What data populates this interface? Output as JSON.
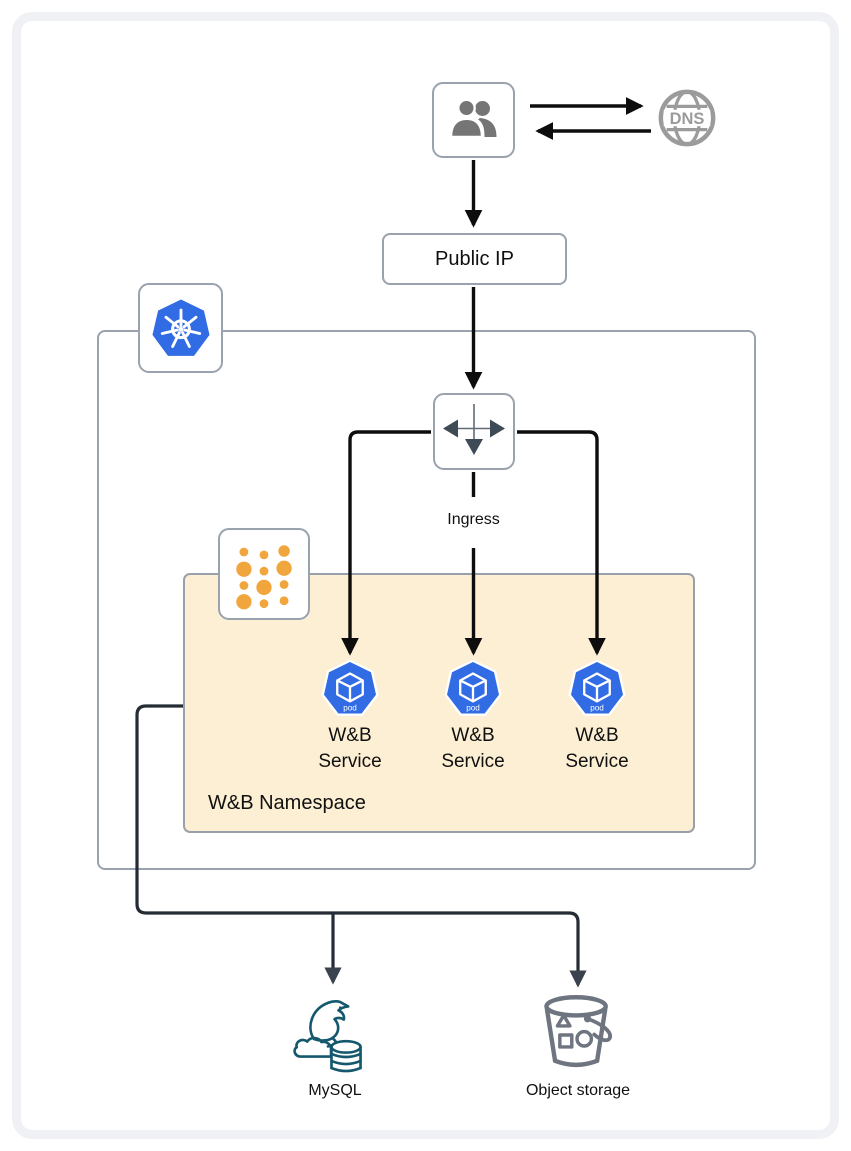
{
  "diagram": {
    "users": {
      "icon": "users-icon"
    },
    "dns": {
      "label": "DNS"
    },
    "public_ip": {
      "label": "Public IP"
    },
    "kubernetes_cluster": {
      "icon": "kubernetes-logo"
    },
    "ingress": {
      "label": "Ingress"
    },
    "namespace": {
      "label": "W&B Namespace",
      "icon": "namespace-dots-icon"
    },
    "pods": [
      {
        "badge": "pod",
        "line1": "W&B",
        "line2": "Service"
      },
      {
        "badge": "pod",
        "line1": "W&B",
        "line2": "Service"
      },
      {
        "badge": "pod",
        "line1": "W&B",
        "line2": "Service"
      }
    ],
    "mysql": {
      "label": "MySQL"
    },
    "object_storage": {
      "label": "Object storage"
    },
    "edges": [
      {
        "from": "users",
        "to": "dns"
      },
      {
        "from": "dns",
        "to": "users"
      },
      {
        "from": "users",
        "to": "public_ip"
      },
      {
        "from": "public_ip",
        "to": "ingress"
      },
      {
        "from": "ingress",
        "to": "pod_1"
      },
      {
        "from": "ingress",
        "to": "pod_2"
      },
      {
        "from": "ingress",
        "to": "pod_3"
      },
      {
        "from": "namespace",
        "to": "mysql"
      },
      {
        "from": "namespace",
        "to": "object_storage"
      }
    ],
    "colors": {
      "kubernetes_blue": "#326ce5",
      "namespace_fill": "#fcefd3",
      "dot_orange": "#f0a63c",
      "mysql_teal": "#15586e",
      "bucket_gray": "#6e7580",
      "box_border_gray": "#99a2ad",
      "arrow_black": "#0d0d0d",
      "arrow_slate": "#39424d",
      "user_gray": "#757575",
      "dns_gray": "#9b9b9b",
      "frame_gray": "#f0f1f4"
    }
  }
}
